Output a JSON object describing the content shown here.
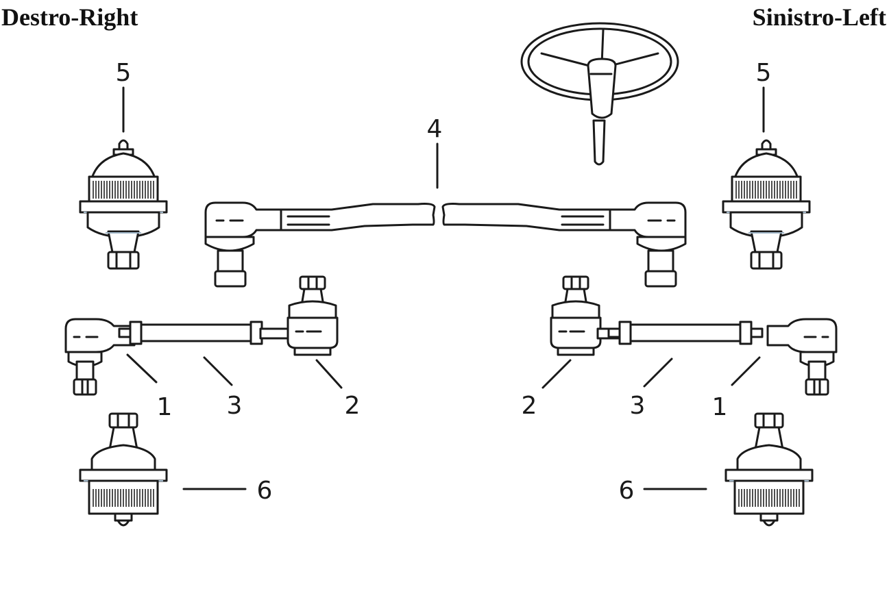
{
  "headings": {
    "left": "Destro-Right",
    "right": "Sinistro-Left"
  },
  "callouts": {
    "right_side": {
      "upper_joint": "5",
      "tie_rod_outer": "1",
      "adjuster_sleeve": "3",
      "tie_rod_inner": "2",
      "lower_joint": "6"
    },
    "center": {
      "drag_link": "4"
    },
    "left_side": {
      "upper_joint": "5",
      "tie_rod_inner": "2",
      "adjuster_sleeve": "3",
      "tie_rod_outer": "1",
      "lower_joint": "6"
    }
  },
  "colors": {
    "line": "#1a1a1a",
    "accent": "#9fb6c8",
    "background": "#ffffff"
  }
}
